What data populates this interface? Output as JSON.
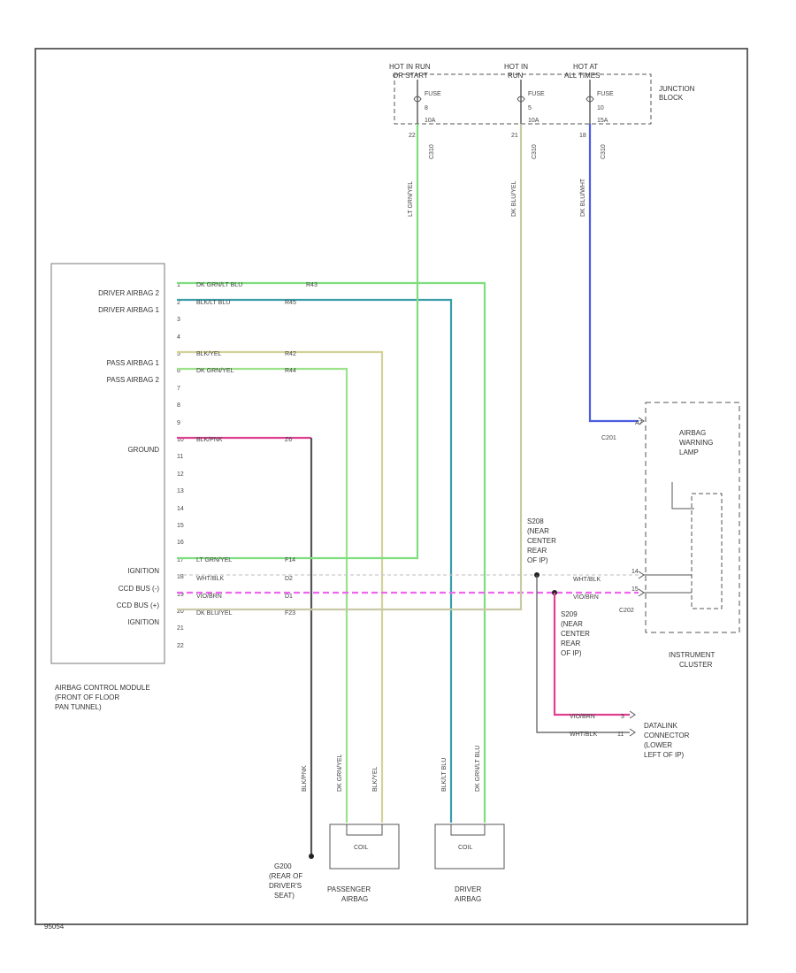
{
  "colors": {
    "frame": "#555555",
    "wire_ltgrn": "#7ede7e",
    "wire_blue_teal": "#3a9da8",
    "wire_yellowish": "#d2d29a",
    "wire_green2": "#9be38a",
    "wire_pink": "#e04090",
    "wire_pink_dash": "#ee66ee",
    "wire_blue": "#4c5ee0",
    "wire_gray": "#555555",
    "wire_tan": "#c9c9a8"
  },
  "fuse_labels": {
    "batt": [
      "HOT IN RUN",
      "OR START"
    ],
    "run": [
      "HOT IN",
      "RUN"
    ],
    "all": [
      "HOT AT",
      "ALL TIMES"
    ],
    "fuse": "FUSE",
    "f1_num": "8",
    "f2_num": "5",
    "f3_num": "10",
    "f1_amp": "10A",
    "f2_amp": "10A",
    "f3_amp": "15A",
    "f1_conn": "C310",
    "f2_conn": "C310",
    "f3_conn": "C310",
    "f1_pin": "22",
    "f2_pin": "21",
    "f3_pin": "18"
  },
  "junction_block": [
    "JUNCTION",
    "BLOCK"
  ],
  "vertical_wire_labels": {
    "w1": "LT GRN/YEL",
    "w2": "DK BLU/YEL",
    "w3": "DK BLU/WHT"
  },
  "module": {
    "pin_labels": [
      "DRIVER AIRBAG 2",
      "DRIVER AIRBAG 1",
      "PASS AIRBAG 1",
      "PASS AIRBAG 2",
      "GROUND",
      "IGNITION",
      "CCD BUS (-)",
      "CCD BUS (+)",
      "IGNITION"
    ],
    "pins": [
      "1",
      "2",
      "3",
      "4",
      "5",
      "6",
      "7",
      "8",
      "9",
      "10",
      "11",
      "12",
      "13",
      "14",
      "15",
      "16",
      "17",
      "18",
      "19",
      "20",
      "21",
      "22"
    ],
    "name": [
      "AIRBAG CONTROL MODULE",
      "(FRONT OF FLOOR",
      "PAN TUNNEL)"
    ]
  },
  "wires": {
    "p1": "DK GRN/LT BLU",
    "p2": "BLK/LT BLU",
    "p5": "BLK/YEL",
    "p6": "DK GRN/YEL",
    "p10": "BLK/PNK",
    "p17": "LT GRN/YEL",
    "p18": "WHT/BLK",
    "p19": "VIO/BRN",
    "p20": "DK BLU/YEL",
    "c1": "R43",
    "c2": "R45",
    "c5": "R42",
    "c6": "R44",
    "c10": "Z6",
    "c17": "F14",
    "c18": "D2",
    "c19": "D1",
    "c20": "F23"
  },
  "splice1": [
    "S208",
    "(NEAR",
    "CENTER",
    "REAR",
    "OF IP)"
  ],
  "splice2": [
    "S209",
    "(NEAR",
    "CENTER",
    "REAR",
    "OF IP)"
  ],
  "cluster": {
    "c201": "C201",
    "c202": "C202",
    "lamp": [
      "AIRBAG",
      "WARNING",
      "LAMP"
    ],
    "name": [
      "INSTRUMENT",
      "CLUSTER"
    ],
    "pin_a": "A7",
    "pin_b": "14",
    "pin_c": "15",
    "wire_a": "WHT/BLK",
    "wire_b": "VIO/BRN"
  },
  "datalink": {
    "wire1": "VIO/BRN",
    "wire2": "WHT/BLK",
    "pin1": "3",
    "pin2": "11",
    "name": [
      "DATALINK",
      "CONNECTOR",
      "(LOWER",
      "LEFT OF IP)"
    ]
  },
  "bottom": {
    "ground_wire": "BLK/PNK",
    "ground_name": [
      "G200",
      "(REAR OF",
      "DRIVER'S",
      "SEAT)"
    ],
    "pass_wire1": "DK GRN/YEL",
    "pass_wire2": "BLK/YEL",
    "drv_wire1": "BLK/LT BLU",
    "drv_wire2": "DK GRN/LT BLU",
    "pass_name": [
      "PASSENGER",
      "AIRBAG"
    ],
    "drv_name": [
      "DRIVER",
      "AIRBAG"
    ],
    "squib": "COIL"
  },
  "footer": "95054"
}
